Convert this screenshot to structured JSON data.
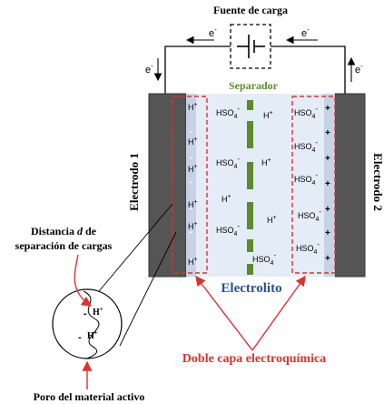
{
  "source": {
    "label": "Fuente de carga",
    "electron": "e"
  },
  "electrodes": {
    "left": "Electrodo 1",
    "right": "Electrodo 2",
    "left_sign": "-",
    "right_sign": "+"
  },
  "separator_label": "Separador",
  "electrolyte_label": "Electrolito",
  "ions": {
    "proton": "H",
    "anion": "HSO",
    "anion_sub": "4",
    "plus": "+",
    "minus": "-"
  },
  "annotations": {
    "distance_line1_a": "Distancia ",
    "distance_line1_d": "d",
    "distance_line1_b": " de",
    "distance_line2": "separación de cargas",
    "pore": "Poro del material activo",
    "double_layer": "Doble capa electroquímica"
  },
  "colors": {
    "electrode": "#555555",
    "active_material": "#c6d3e6",
    "electrolyte": "#e4ecf8",
    "separator": "#5d8a2a",
    "double_layer": "#e03030",
    "electrolyte_text": "#2a4f9a",
    "ion_text": "#000000"
  }
}
